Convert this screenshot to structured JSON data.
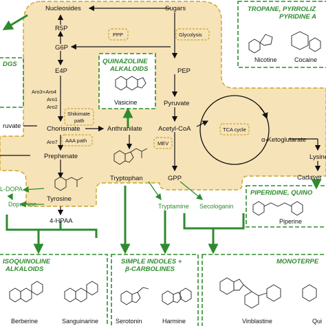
{
  "metabolites": {
    "nucleosides": "Nucleosides",
    "sugars": "Sugars",
    "r5p": "R5P",
    "g6p": "G6P",
    "e4p": "E4P",
    "pep": "PEP",
    "pyruvate": "Pyruvate",
    "acetyl_coa": "Acetyl-CoA",
    "chorismate": "Chorismate",
    "anthranilate": "Anthranilate",
    "prephenate": "Prephenate",
    "tryptophan": "Tryptophan",
    "gpp": "GPP",
    "tyrosine": "Tyrosine",
    "hpaa": "4-HPAA",
    "alpha_kg": "α-Ketoglutarate",
    "lysine": "Lysine",
    "cadaverine": "Cadaver",
    "ldopa": "L-DOPA",
    "dopamine": "Dopamine",
    "tryptamine": "Tryptamine",
    "secologanin": "Secologanin",
    "pyruvate_left": "ruvate"
  },
  "enzymes": {
    "aro3_aro4": "Aro3+Aro4",
    "aro1": "Aro1",
    "aro2": "Aro2",
    "aro7": "Aro7"
  },
  "pathways": {
    "ppp": "PPP",
    "glycolysis": "Glycolysis",
    "shikimate_l1": "Shikimate",
    "shikimate_l2": "path",
    "aaa_path": "AAA path",
    "mev": "MEV",
    "tca": "TCA cycle"
  },
  "classes": {
    "quinazoline_l1": "QUINAZOLINE",
    "quinazoline_l2": "ALKALOIDS",
    "tropane_l1": "TROPANE, PYRROLIZ",
    "tropane_l2": "PYRIDINE A",
    "dgs": "DGS",
    "piperidine": "PIPERIDINE, QUINO",
    "isoquinoline_l1": "ISOQUINOLINE",
    "isoquinoline_l2": "ALKALOIDS",
    "simple_indoles_l1": "SIMPLE INDOLES +",
    "simple_indoles_l2": "β-CARBOLINES",
    "monoterpene": "MONOTERPE"
  },
  "compounds": {
    "vasicine": "Vasicine",
    "nicotine": "Nicotine",
    "cocaine": "Cocaine",
    "piperine": "Piperine",
    "berberine": "Berberine",
    "sanguinarine": "Sanguinarine",
    "serotonin": "Serotonin",
    "harmine": "Harmine",
    "vinblastine": "Vinblastine",
    "quin": "Qui"
  },
  "colors": {
    "yeast_fill": "#f7e3b8",
    "yeast_border": "#c9a22a",
    "green": "#2e8b2e"
  }
}
